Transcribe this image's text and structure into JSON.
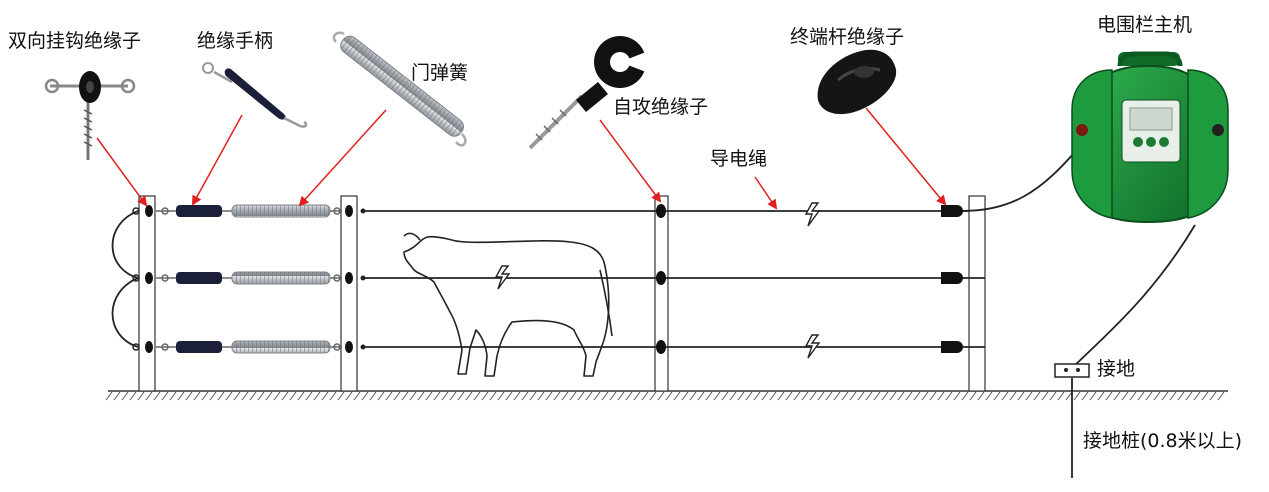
{
  "labels": {
    "double_hook_insulator": "双向挂钩绝缘子",
    "insulated_handle": "绝缘手柄",
    "gate_spring": "门弹簧",
    "self_tapping_insulator": "自攻绝缘子",
    "end_post_insulator": "终端杆绝缘子",
    "energizer": "电围栏主机",
    "conductor_wire": "导电绳",
    "grounding": "接地",
    "ground_rod": "接地桩(0.8米以上)"
  },
  "colors": {
    "callout_arrow": "#e02020",
    "energizer_body": "#1f8f3a",
    "energizer_dark": "#0f6b27",
    "wire": "#222222",
    "spring": "#b9bec4",
    "handle": "#1c1f3a",
    "insulator": "#111111"
  },
  "icons": {
    "energizer": "electric-fence-energizer-icon",
    "cow": "cow-outline-icon",
    "bolt": "lightning-bolt-icon"
  }
}
